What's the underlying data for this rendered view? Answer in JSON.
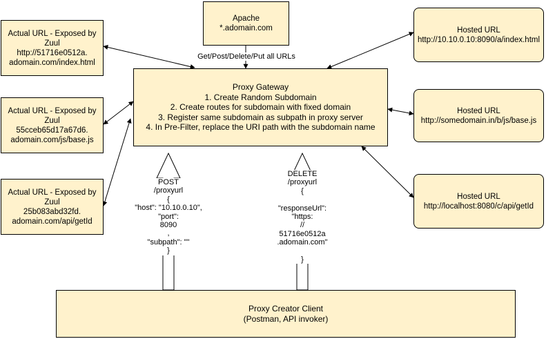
{
  "apache": {
    "lines": [
      "Apache",
      "*.adomain.com"
    ]
  },
  "gateway": {
    "title": "Proxy Gateway",
    "steps": [
      "1. Create Random Subdomain",
      "2. Create routes for subdomain with fixed domain",
      "3. Register same subdomain as subpath in proxy server",
      "4. In Pre-Filter, replace the URI path with the subdomain name"
    ]
  },
  "actual_urls": [
    {
      "lines": [
        "Actual URL - Exposed by",
        "Zuul",
        "http://51716e0512a.",
        "adomain.com/index.html"
      ]
    },
    {
      "lines": [
        "Actual URL - Exposed by",
        "Zuul",
        "55cceb65d17a67d6.",
        "adomain.com/js/base.js"
      ]
    },
    {
      "lines": [
        "Actual URL - Exposed by",
        "Zuul",
        "25b083abd32fd.",
        "adomain.com/api/getId"
      ]
    }
  ],
  "hosted_urls": [
    {
      "lines": [
        "Hosted URL",
        "http://10.10.0.10:8090/a/index.html"
      ]
    },
    {
      "lines": [
        "Hosted URL",
        "http://somedomain.in/b/js/base.js"
      ]
    },
    {
      "lines": [
        "Hosted URL",
        "http://localhost:8080/c/api/getId"
      ]
    }
  ],
  "client": {
    "lines": [
      "Proxy Creator Client",
      "(Postman, API invoker)"
    ]
  },
  "edge_labels": {
    "apache_to_gateway": "Get/Post/Delete/Put all URLs",
    "post_request": [
      "POST",
      "/proxyurl",
      "{",
      "\"host\": \"10.10.0.10\",",
      "\"port\":",
      "8090",
      ",",
      "\"subpath\": \"\"",
      "}"
    ],
    "delete_request": [
      "DELETE",
      "/proxyurl",
      "{",
      "",
      "\"responseUrl\":",
      "\"https:",
      "//",
      "51716e0512a",
      ".adomain.com\"",
      "",
      "}"
    ]
  },
  "colors": {
    "box_fill": "#fff2cc",
    "stroke": "#000000",
    "background": "#ffffff"
  }
}
